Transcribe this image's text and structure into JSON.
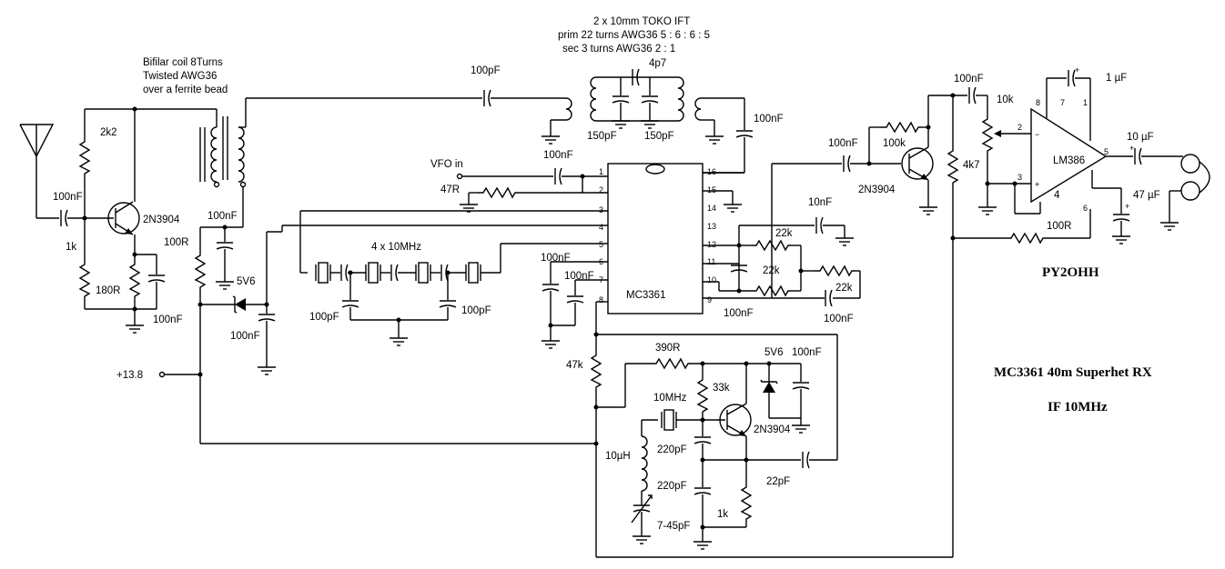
{
  "title_main": "MC3361 40m Superhet RX",
  "subtitle_if": "IF 10MHz",
  "author": "PY2OHH",
  "notes": {
    "bifilar_1": "Bifilar coil 8Turns",
    "bifilar_2": "Twisted   AWG36",
    "bifilar_3": "over a ferrite bead",
    "ift_1": "2 x 10mm TOKO IFT",
    "ift_2": "prim 22 turns AWG36  5 : 6 : 6 : 5",
    "ift_3": "sec 3 turns AWG36    2 : 1"
  },
  "labels": {
    "c_100pF_top": "100pF",
    "c_4p7": "4p7",
    "c_100nF_ift": "100nF",
    "c_150pF_a": "150pF",
    "c_150pF_b": "150pF",
    "vfo_in": "VFO in",
    "c_100nF_vfo": "100nF",
    "r_47R": "47R",
    "c_100nF_ant": "100nF",
    "r_2k2": "2k2",
    "q1": "2N3904",
    "r_1k": "1k",
    "r_180R": "180R",
    "c_100nF_emit": "100nF",
    "c_100nF_mix": "100nF",
    "r_100R_left": "100R",
    "z_5v6_left": "5V6",
    "c_100nF_z": "100nF",
    "supply": "+13.8",
    "xtal_filter": "4 x 10MHz",
    "c_100pF_f1": "100pF",
    "c_100pF_f2": "100pF",
    "c_100nF_p6": "100nF",
    "c_100nF_p7": "100nF",
    "ic": "MC3361",
    "r_47k": "47k",
    "c_10nF": "10nF",
    "r_22k_a": "22k",
    "r_22k_b": "22k",
    "r_22k_c": "22k",
    "c_100nF_p9": "100nF",
    "c_100nF_p9b": "100nF",
    "c_100nF_q2": "100nF",
    "r_100k": "100k",
    "q2": "2N3904",
    "r_4k7": "4k7",
    "c_100nF_pot": "100nF",
    "pot_10k": "10k",
    "amp": "LM386",
    "c_1uF": "1 µF",
    "c_10uF": "10 µF",
    "c_47uF": "47 µF",
    "r_100R_amp": "100R",
    "r_390R": "390R",
    "z_5v6_osc": "5V6",
    "c_100nF_osc": "100nF",
    "r_33k": "33k",
    "xtal_osc": "10MHz",
    "q3": "2N3904",
    "l_10uH": "10µH",
    "c_220pF_a": "220pF",
    "c_220pF_b": "220pF",
    "c_22pF": "22pF",
    "trim": "7-45pF",
    "r_1k_osc": "1k"
  },
  "ic_pins_left": [
    "1",
    "2",
    "3",
    "4",
    "5",
    "6",
    "7",
    "8"
  ],
  "ic_pins_right": [
    "16",
    "15",
    "14",
    "13",
    "12",
    "11",
    "10",
    "9"
  ],
  "lm386_pins": {
    "inv": "2",
    "noninv": "3",
    "gnd": "4",
    "out": "5",
    "vs": "6",
    "bypass": "7",
    "gain": "8",
    "gain1": "1"
  }
}
